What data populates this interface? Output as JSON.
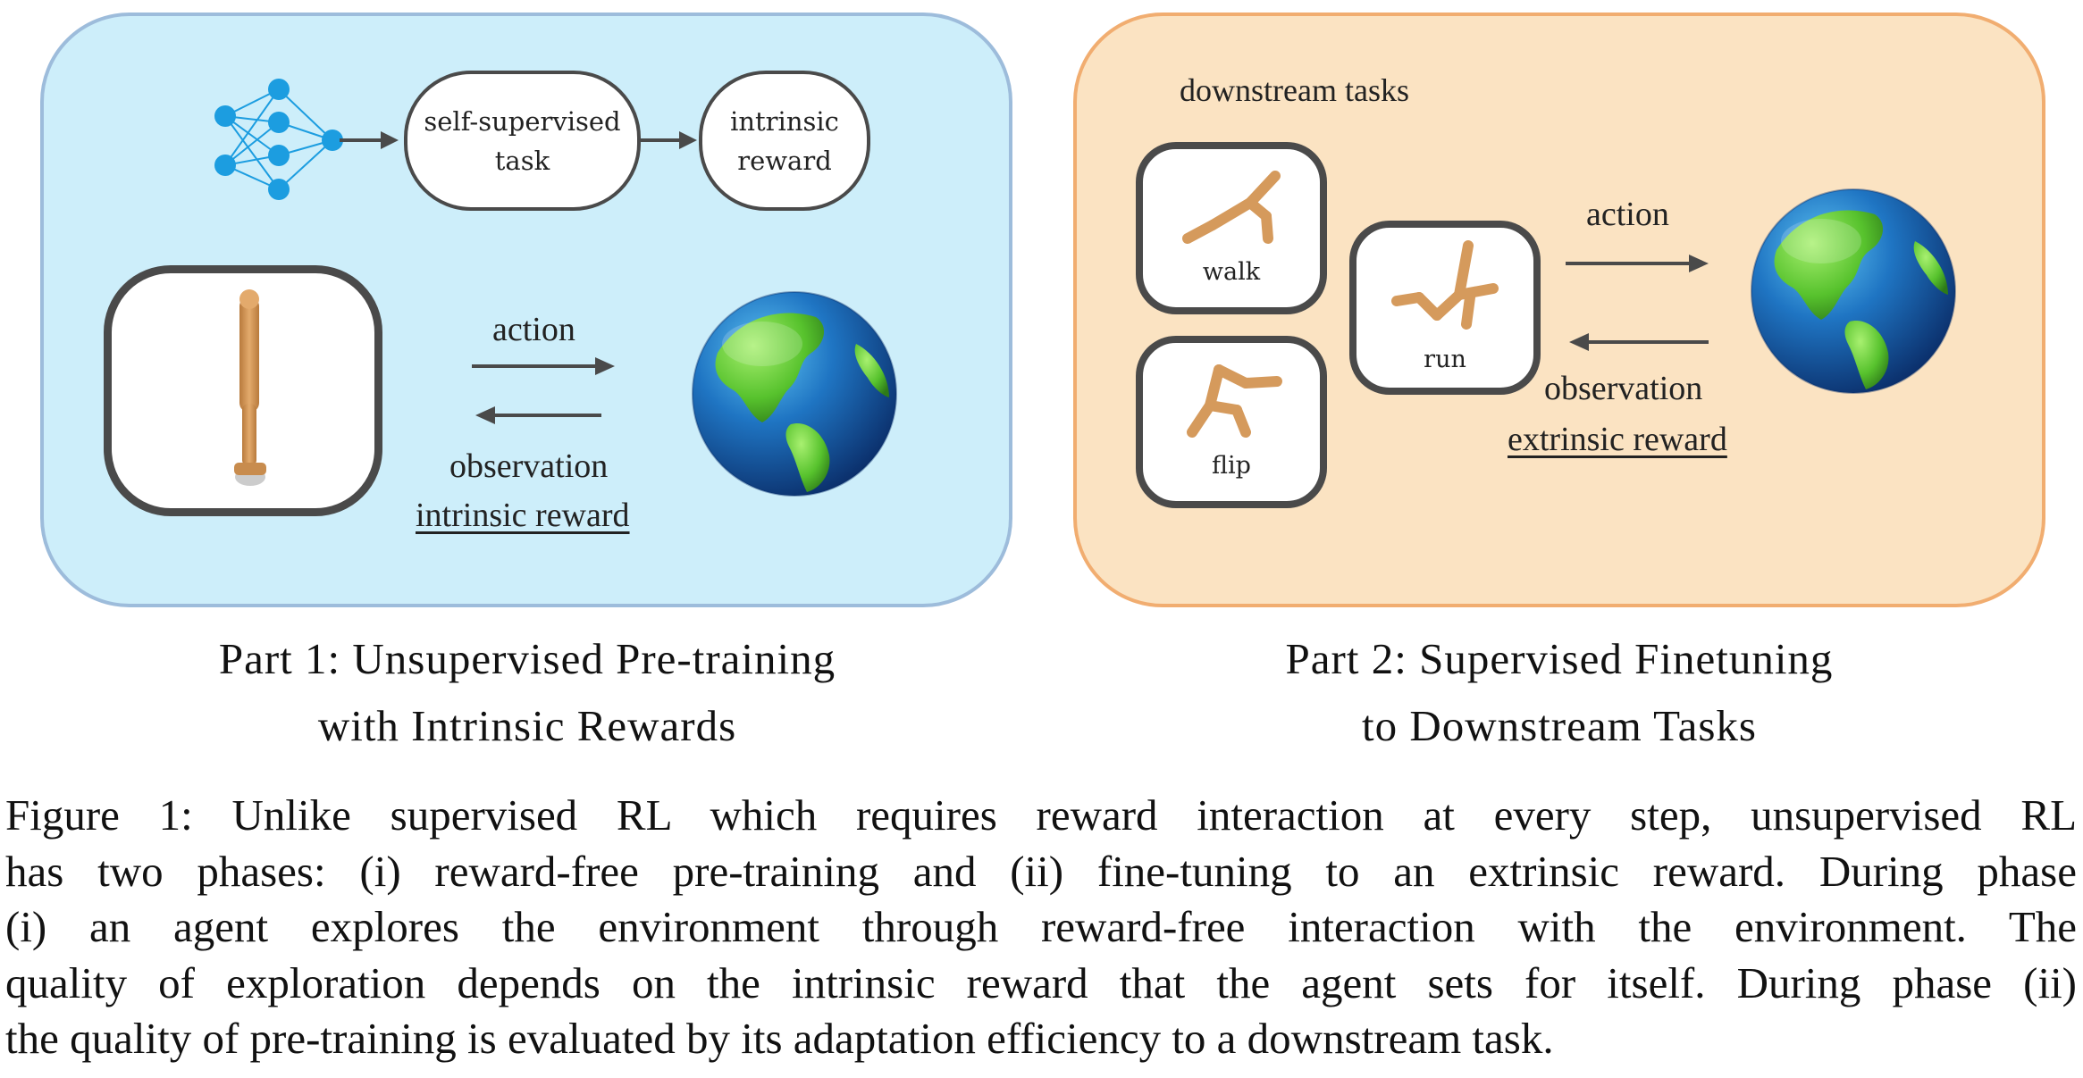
{
  "part1": {
    "nodes": {
      "task_line1": "self-supervised",
      "task_line2": "task",
      "reward_line1": "intrinsic",
      "reward_line2": "reward"
    },
    "action_label": "action",
    "observation_label": "observation",
    "reward_label": "intrinsic reward",
    "title_line1": "Part 1: Unsupervised Pre-training",
    "title_line2": "with Intrinsic Rewards"
  },
  "part2": {
    "downstream_label": "downstream tasks",
    "tasks": {
      "walk": "walk",
      "run": "run",
      "flip": "flip"
    },
    "action_label": "action",
    "observation_label": "observation",
    "reward_label": "extrinsic reward",
    "title_line1": "Part 2: Supervised Finetuning",
    "title_line2": "to Downstream Tasks"
  },
  "caption": {
    "lines": [
      "Figure 1: Unlike supervised RL which requires reward interaction at every step, unsupervised RL",
      "has two phases: (i) reward-free pre-training and (ii) fine-tuning to an extrinsic reward. During phase",
      "(i) an agent explores the environment through reward-free interaction with the environment. The",
      "quality of exploration depends on the intrinsic reward that the agent sets for itself. During phase (ii)",
      "the quality of pre-training is evaluated by its adaptation efficiency to a downstream task."
    ]
  },
  "colors": {
    "panel1_fill": "#cdeefa",
    "panel1_border": "#9dbcdb",
    "panel2_fill": "#fbe3c2",
    "panel2_border": "#f1ad70",
    "network_blue": "#1c9de0",
    "robot": "#d59a5c",
    "arrow": "#4a4a4a"
  },
  "icons": {
    "network": "neural-network-icon",
    "earth": "earth-globe-icon",
    "robot": "robot-figure-icon"
  }
}
